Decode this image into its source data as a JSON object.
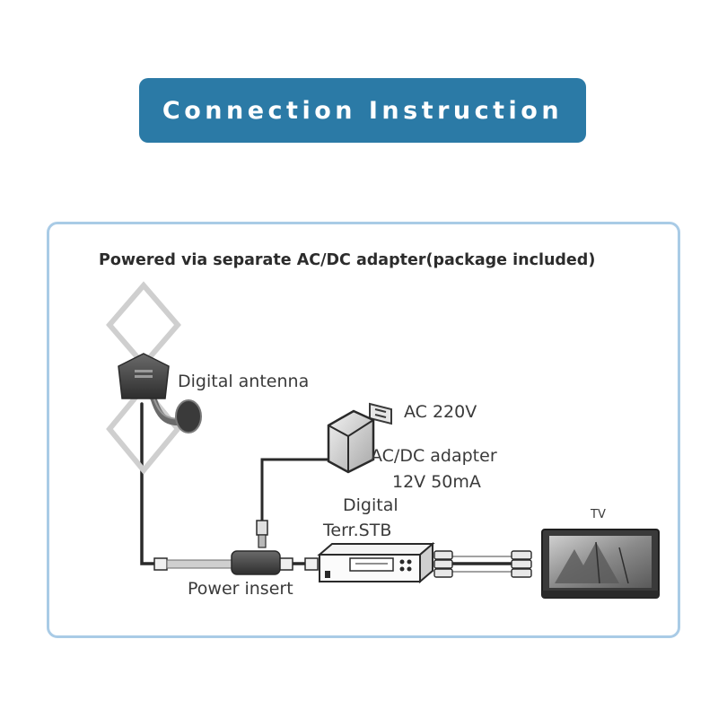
{
  "banner": {
    "title": "Connection Instruction"
  },
  "panel": {
    "headline": "Powered via separate AC/DC adapter(package included)"
  },
  "labels": {
    "digital_antenna": "Digital antenna",
    "ac_voltage": "AC 220V",
    "adapter": "AC/DC adapter",
    "adapter_spec": "12V 50mA",
    "stb_line1": "Digital",
    "stb_line2": "Terr.STB",
    "tv": "TV",
    "power_insert": "Power insert"
  },
  "colors": {
    "banner": "#2b7aa6",
    "frame_border": "#a9cbe6",
    "device_dark": "#4a4a4a",
    "cable": "#2a2a2a"
  },
  "icons": [
    "antenna-icon",
    "wall-adapter-icon",
    "power-insert-icon",
    "set-top-box-icon",
    "tv-icon"
  ]
}
